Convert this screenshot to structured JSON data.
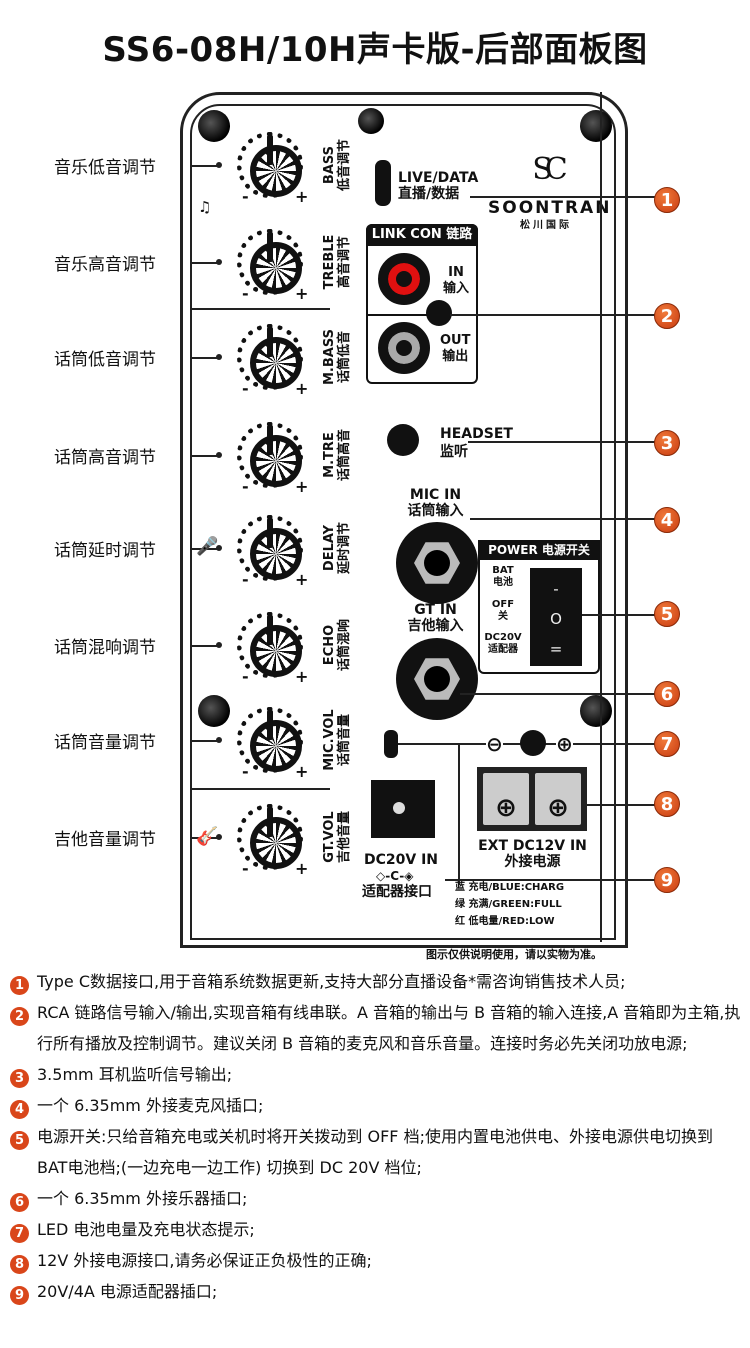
{
  "title": "SS6-08H/10H声卡版-后部面板图",
  "knobs": [
    {
      "label": "音乐低音调节",
      "en": "BASS",
      "cn": "低音调节"
    },
    {
      "label": "音乐高音调节",
      "en": "TREBLE",
      "cn": "高音调节"
    },
    {
      "label": "话筒低音调节",
      "en": "M.BASS",
      "cn": "话筒低音"
    },
    {
      "label": "话筒高音调节",
      "en": "M.TRE",
      "cn": "话筒高音"
    },
    {
      "label": "话筒延时调节",
      "en": "DELAY",
      "cn": "延时调节"
    },
    {
      "label": "话筒混响调节",
      "en": "ECHO",
      "cn": "话筒混响"
    },
    {
      "label": "话筒音量调节",
      "en": "MIC.VOL",
      "cn": "话筒音量"
    },
    {
      "label": "吉他音量调节",
      "en": "GT.VOL",
      "cn": "吉他音量"
    }
  ],
  "minus": "-",
  "plus": "+",
  "live": {
    "en": "LIVE/DATA",
    "cn": "直播/数据"
  },
  "brand": {
    "name": "SOONTRAN",
    "cn": "松川国际"
  },
  "link": {
    "title": "LINK CON 链路",
    "in_en": "IN",
    "in_cn": "输入",
    "out_en": "OUT",
    "out_cn": "输出"
  },
  "headset": {
    "en": "HEADSET",
    "cn": "监听"
  },
  "mic_in": {
    "en": "MIC IN",
    "cn": "话筒输入"
  },
  "gt_in": {
    "en": "GT IN",
    "cn": "吉他输入"
  },
  "power": {
    "title": "POWER 电源开关",
    "bat_en": "BAT",
    "bat_cn": "电池",
    "off_en": "OFF",
    "off_cn": "关",
    "dc_en": "DC20V",
    "dc_cn": "适配器",
    "sym_top": "-",
    "sym_mid": "O",
    "sym_bot": "="
  },
  "ext": {
    "en": "EXT DC12V IN",
    "cn": "外接电源",
    "neg": "⊖",
    "pos": "⊕"
  },
  "dc": {
    "en": "DC20V IN",
    "cn": "适配器接口",
    "symbol": "◇-C-◈"
  },
  "led": [
    "蓝 充电/BLUE:CHARG",
    "绿 充满/GREEN:FULL",
    "红 低电量/RED:LOW"
  ],
  "disclaimer": "图示仅供说明使用，请以实物为准。",
  "callouts": [
    "1",
    "2",
    "3",
    "4",
    "5",
    "6",
    "7",
    "8",
    "9"
  ],
  "notes": [
    "Type C数据接口,用于音箱系统数据更新,支持大部分直播设备*需咨询销售技术人员;",
    "RCA 链路信号输入/输出,实现音箱有线串联。A 音箱的输出与 B 音箱的输入连接,A 音箱即为主箱,执行所有播放及控制调节。建议关闭 B 音箱的麦克风和音乐音量。连接时务必先关闭功放电源;",
    "3.5mm 耳机监听信号输出;",
    "一个 6.35mm 外接麦克风插口;",
    "电源开关:只给音箱充电或关机时将开关拨动到 OFF 档;使用内置电池供电、外接电源供电切换到 BAT电池档;(一边充电一边工作) 切换到 DC 20V 档位;",
    "一个 6.35mm 外接乐器插口;",
    "LED 电池电量及充电状态提示;",
    "12V 外接电源接口,请务必保证正负极性的正确;",
    "20V/4A 电源适配器插口;"
  ],
  "colors": {
    "callout": "#d9461a",
    "rca_in": "#e01010"
  }
}
